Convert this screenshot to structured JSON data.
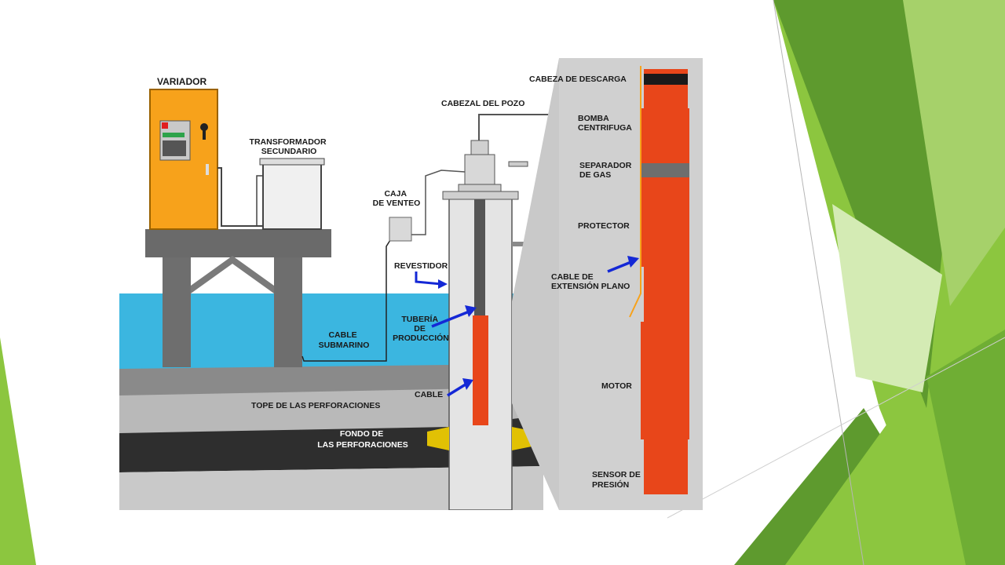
{
  "theme": {
    "accent_green": "#8cc63f",
    "dark_green": "#5e9a2e",
    "pump_orange": "#e8461a",
    "variador_orange": "#f7a21b",
    "water_blue": "#3bb6e0",
    "arrow_blue": "#1428d6"
  },
  "diagram": {
    "labels": {
      "variador": "VARIADOR",
      "transformador": [
        "TRANSFORMADOR",
        "SECUNDARIO"
      ],
      "caja_venteo": [
        "CAJA",
        "DE VENTEO"
      ],
      "cabezal_pozo": "CABEZAL DEL POZO",
      "cable_submarino": [
        "CABLE",
        "SUBMARINO"
      ],
      "revestidor": "REVESTIDOR",
      "tuberia_produccion": [
        "TUBERÍA",
        "DE",
        "PRODUCCIÓN"
      ],
      "cable": "CABLE",
      "tope_perforaciones": "TOPE DE LAS PERFORACIONES",
      "fondo_perforaciones": [
        "FONDO DE",
        "LAS PERFORACIONES"
      ],
      "cabeza_descarga": "CABEZA DE DESCARGA",
      "bomba_centrifuga": [
        "BOMBA",
        "CENTRIFUGA"
      ],
      "separador_gas": [
        "SEPARADOR",
        "DE GAS"
      ],
      "protector": "PROTECTOR",
      "cable_extension": [
        "CABLE DE",
        "EXTENSIÓN PLANO"
      ],
      "motor": "MOTOR",
      "sensor_presion": [
        "SENSOR DE",
        "PRESIÓN"
      ]
    }
  }
}
